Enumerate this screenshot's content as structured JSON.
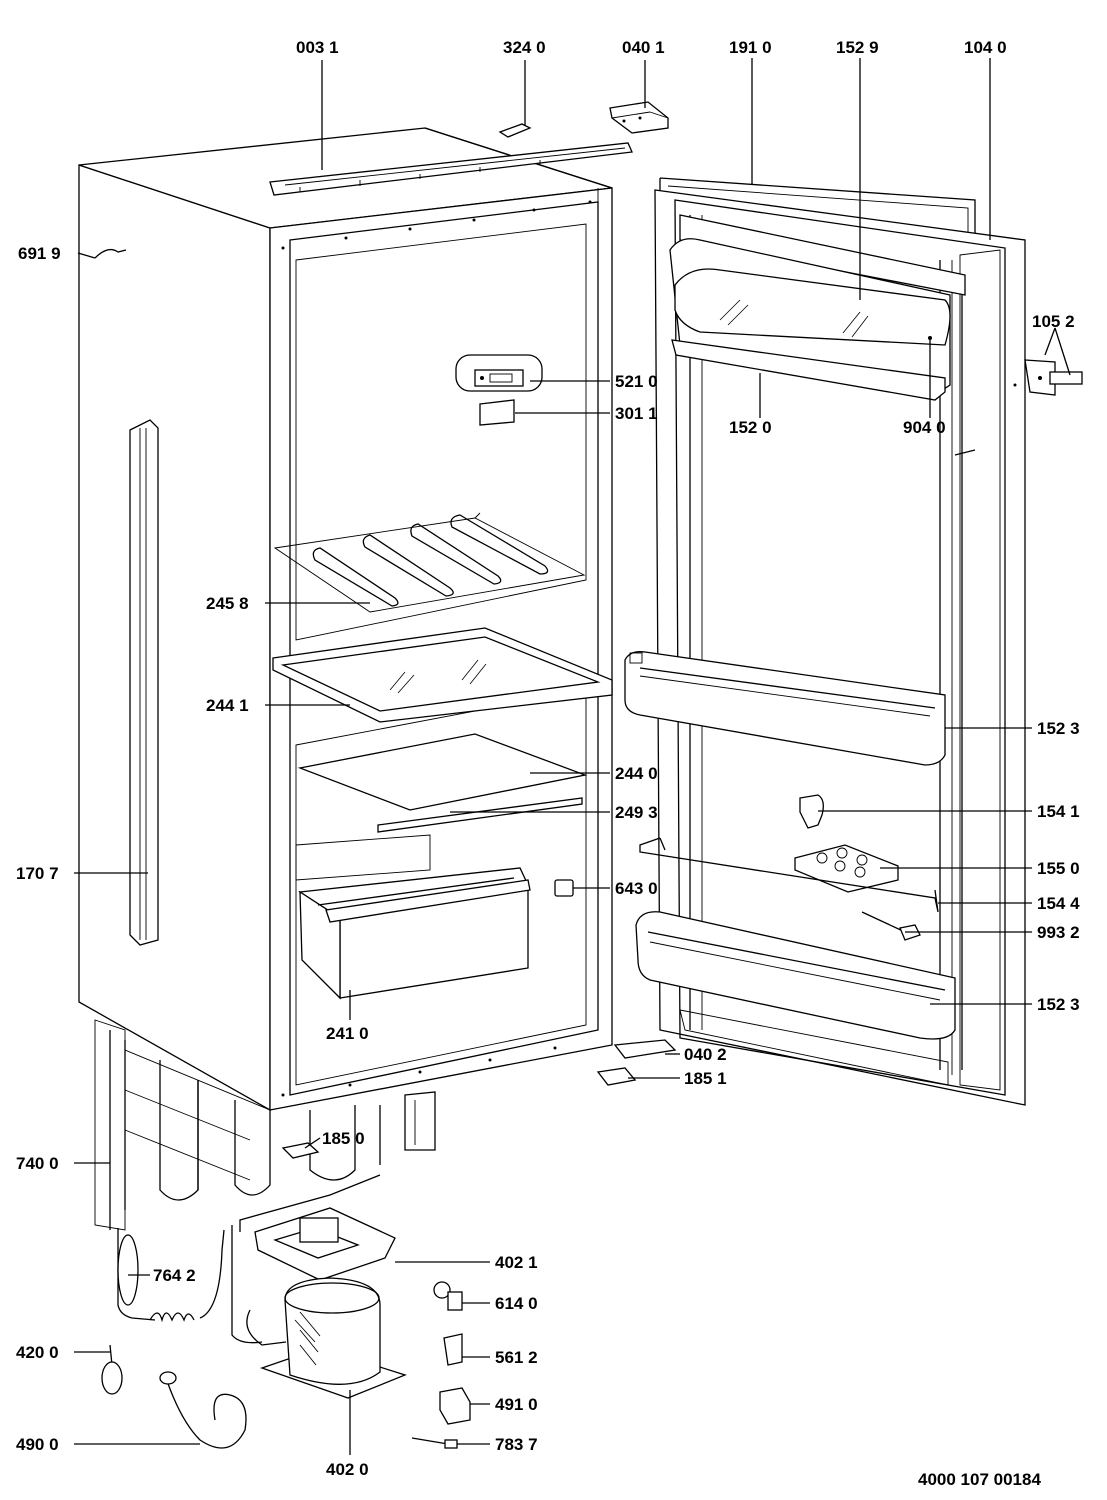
{
  "drawing_number": "4000 107 00184",
  "labels": {
    "l_0031": "003 1",
    "l_3240": "324 0",
    "l_0401": "040 1",
    "l_1910": "191 0",
    "l_1529": "152 9",
    "l_1040": "104 0",
    "l_6919": "691 9",
    "l_1052": "105 2",
    "l_5210": "521 0",
    "l_3011": "301 1",
    "l_1520": "152 0",
    "l_9040": "904 0",
    "l_2458": "245 8",
    "l_2441": "244 1",
    "l_1523a": "152 3",
    "l_2440": "244 0",
    "l_2493": "249 3",
    "l_1541": "154 1",
    "l_1707": "170 7",
    "l_1550": "155 0",
    "l_6430": "643 0",
    "l_1544": "154 4",
    "l_9932": "993 2",
    "l_1523b": "152 3",
    "l_2410": "241 0",
    "l_0402": "040 2",
    "l_1851": "185 1",
    "l_1850": "185 0",
    "l_7400": "740 0",
    "l_4021": "402 1",
    "l_7642": "764 2",
    "l_6140": "614 0",
    "l_4200": "420 0",
    "l_5612": "561 2",
    "l_4910": "491 0",
    "l_4900": "490 0",
    "l_7837": "783 7",
    "l_4020": "402 0"
  }
}
